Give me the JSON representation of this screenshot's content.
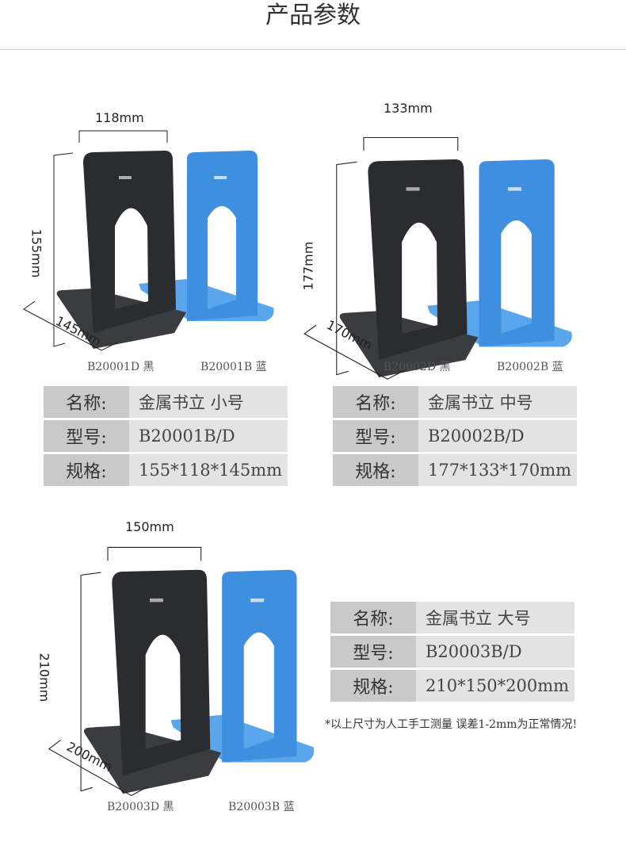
{
  "title": "产品参数",
  "colors": {
    "black_panel": "#2a2c30",
    "blue_panel": "#3f8fe0",
    "label_bg": "#c9c9c9",
    "value_bg": "#e3e3e3"
  },
  "products": [
    {
      "width_dim": "118mm",
      "height_dim": "155mm",
      "depth_dim": "145mm",
      "caption_black": "B20001D 黑",
      "caption_blue": "B20001B 蓝",
      "specs": [
        {
          "label": "名称:",
          "value": "金属书立 小号"
        },
        {
          "label": "型号:",
          "value": "B20001B/D"
        },
        {
          "label": "规格:",
          "value": "155*118*145mm"
        }
      ]
    },
    {
      "width_dim": "133mm",
      "height_dim": "177mm",
      "depth_dim": "170mm",
      "caption_black": "B20002D 黑",
      "caption_blue": "B20002B 蓝",
      "specs": [
        {
          "label": "名称:",
          "value": "金属书立 中号"
        },
        {
          "label": "型号:",
          "value": "B20002B/D"
        },
        {
          "label": "规格:",
          "value": "177*133*170mm"
        }
      ]
    },
    {
      "width_dim": "150mm",
      "height_dim": "210mm",
      "depth_dim": "200mm",
      "caption_black": "B20003D 黑",
      "caption_blue": "B20003B 蓝",
      "specs": [
        {
          "label": "名称:",
          "value": "金属书立 大号"
        },
        {
          "label": "型号:",
          "value": "B20003B/D"
        },
        {
          "label": "规格:",
          "value": "210*150*200mm"
        }
      ]
    }
  ],
  "note": "*以上尺寸为人工手工测量 误差1-2mm为正常情况!"
}
